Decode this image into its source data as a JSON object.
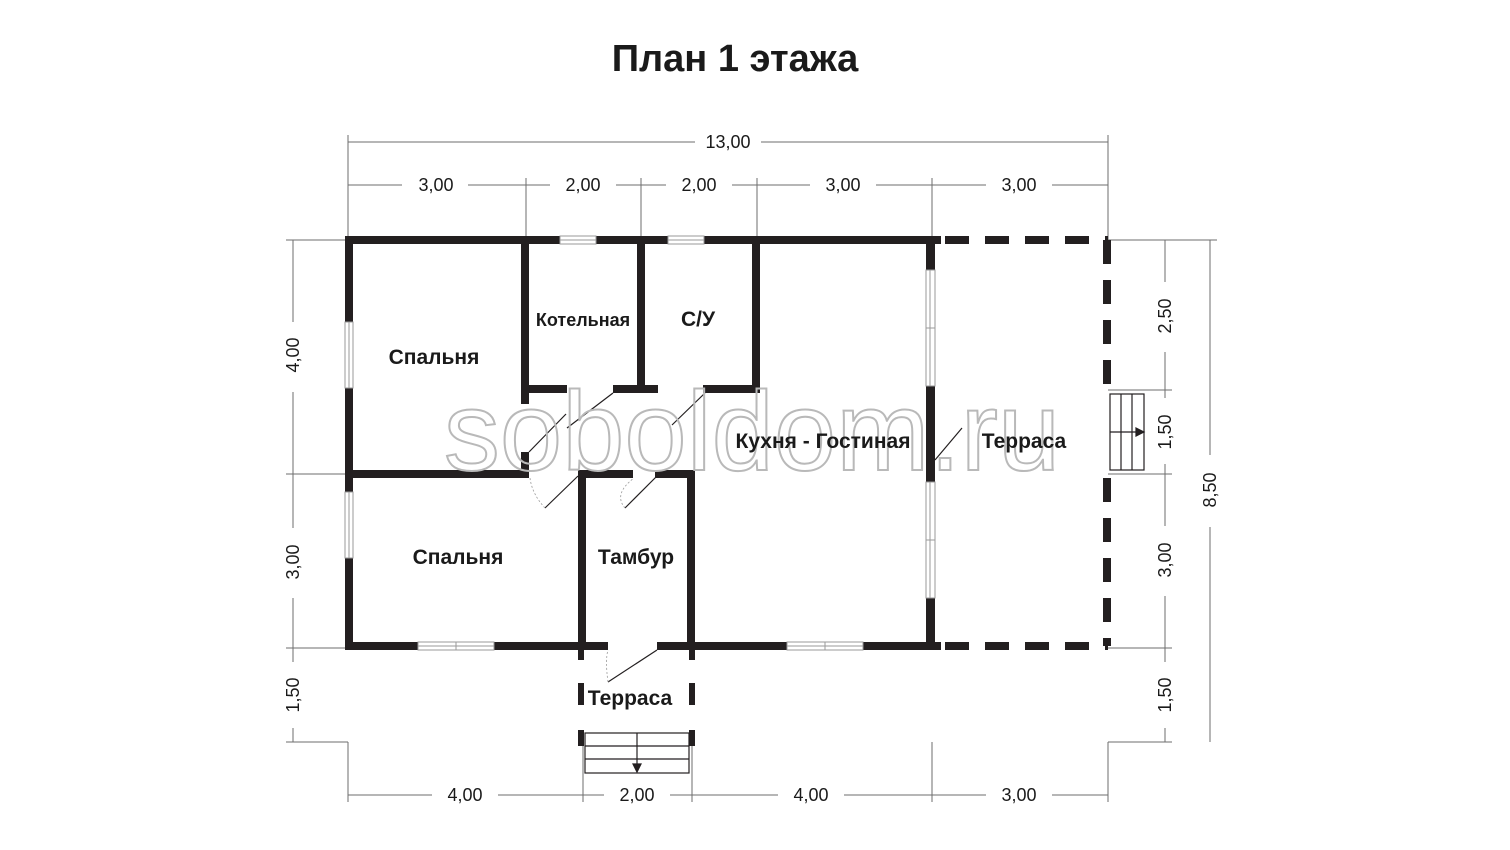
{
  "title": "План 1 этажа",
  "watermark": "soboldom.ru",
  "colors": {
    "wall": "#231f20",
    "line": "#6d6d6d",
    "window": "#9a9a9a"
  },
  "rooms": {
    "bedroom_top": "Спальня",
    "boiler": "Котельная",
    "bathroom": "С/У",
    "kitchen_living": "Кухня - Гостиная",
    "terrace_side": "Терраса",
    "bedroom_bottom": "Спальня",
    "vestibule": "Тамбур",
    "terrace_front": "Терраса"
  },
  "dimensions": {
    "top_total": "13,00",
    "top": [
      "3,00",
      "2,00",
      "2,00",
      "3,00",
      "3,00"
    ],
    "left": [
      "4,00",
      "3,00",
      "1,50"
    ],
    "right": [
      "2,50",
      "1,50",
      "3,00",
      "1,50"
    ],
    "right_total": "8,50",
    "bottom": [
      "4,00",
      "2,00",
      "4,00",
      "3,00"
    ]
  }
}
